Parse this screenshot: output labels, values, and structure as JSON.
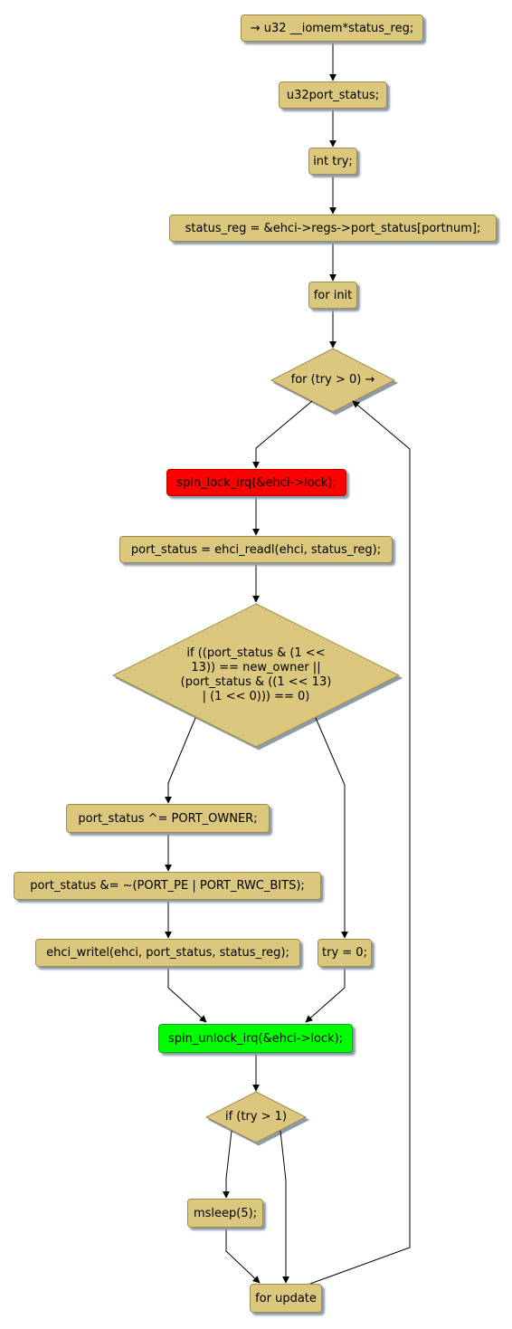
{
  "nodes": {
    "start": "→ u32 __iomem*status_reg;",
    "port_status_decl": "u32port_status;",
    "int_try": "int try;",
    "status_reg_assign": "status_reg = &ehci->regs->port_status[portnum];",
    "for_init": "for init",
    "for_cond": "for (try > 0) →",
    "spin_lock": "spin_lock_irq(&ehci->lock);",
    "readl": "port_status = ehci_readl(ehci, status_reg);",
    "if_owner": "if ((port_status & (1 <<\n13)) == new_owner ||\n(port_status & ((1 << 13)\n| (1 << 0))) == 0)",
    "xor_owner": "port_status ^= PORT_OWNER;",
    "clear_bits": "port_status &= ~(PORT_PE | PORT_RWC_BITS);",
    "writel": "ehci_writel(ehci, port_status, status_reg);",
    "try_zero": "try = 0;",
    "spin_unlock": "spin_unlock_irq(&ehci->lock);",
    "if_try": "if (try > 1)",
    "msleep": "msleep(5);",
    "for_update": "for update"
  },
  "colors": {
    "node_fill": "#dbc77d",
    "node_border": "#a08c4a",
    "lock": "#ff0000",
    "unlock": "#00ff00",
    "shadow": "#8c9aaa",
    "edge": "#000000"
  }
}
